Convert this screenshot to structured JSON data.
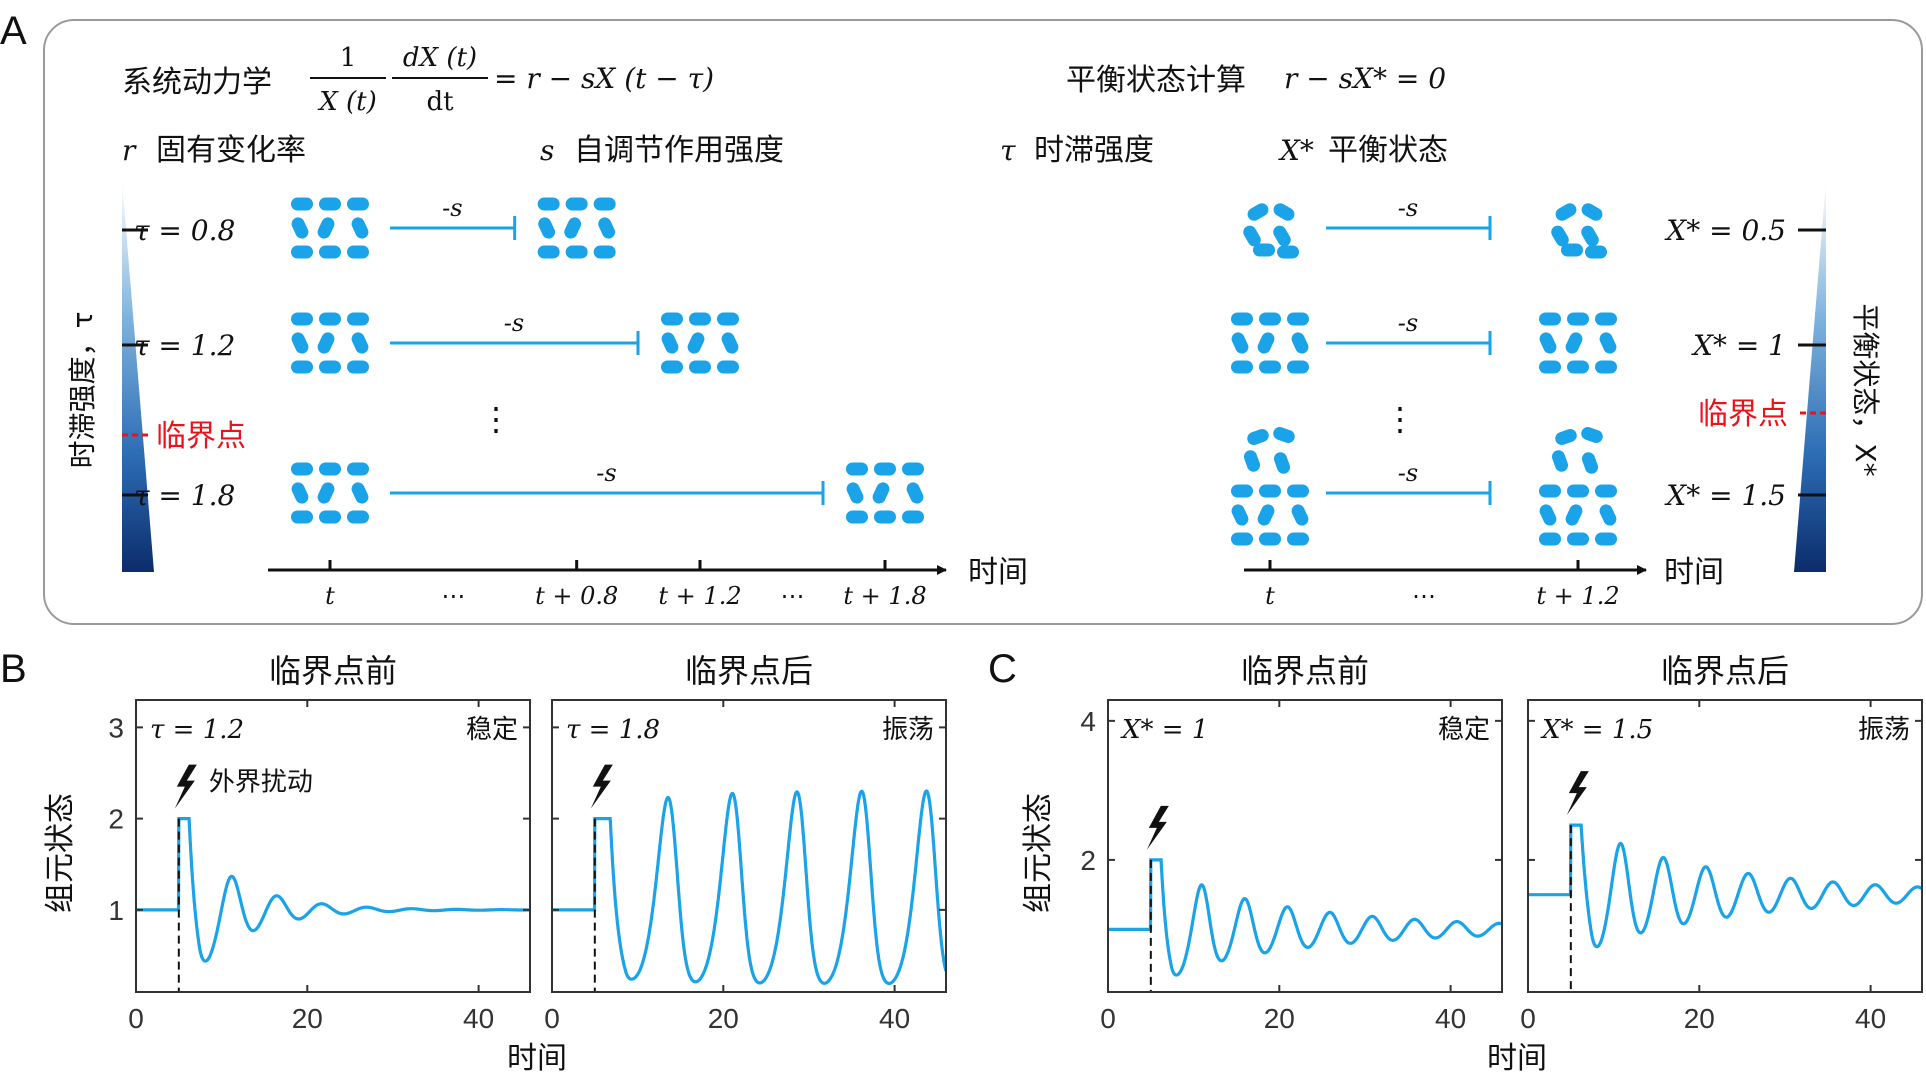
{
  "panel_a": {
    "letter": "A",
    "eq_left": {
      "label": "系统动力学",
      "numerator_1": "1",
      "denominator_1": "X (t)",
      "numerator_2": "dX (t)",
      "denominator_2": "dt",
      "rhs": "= r − sX (t − τ)"
    },
    "eq_right": {
      "label": "平衡状态计算",
      "expr": "r − sX* = 0"
    },
    "params": [
      {
        "symbol": "r",
        "label": "固有变化率"
      },
      {
        "symbol": "s",
        "label": "自调节作用强度"
      },
      {
        "symbol": "τ",
        "label": "时滞强度"
      },
      {
        "symbol": "X*",
        "label": "平衡状态"
      }
    ],
    "left_bar_title": "时滞强度，τ",
    "right_bar_title": "平衡状态，X*",
    "critical_label": "临界点",
    "critical_color": "#e8141c",
    "left_levels": [
      {
        "label": "τ = 0.8",
        "row": 0,
        "delay": 0.8
      },
      {
        "label": "τ = 1.2",
        "row": 1,
        "delay": 1.2
      },
      {
        "label": "τ = 1.8",
        "row": 2,
        "delay": 1.8
      }
    ],
    "right_levels": [
      {
        "label": "X* = 0.5",
        "row": 0,
        "cells": 4
      },
      {
        "label": "X* = 1",
        "row": 1,
        "cells": 8
      },
      {
        "label": "X* = 1.5",
        "row": 2,
        "cells": 12
      }
    ],
    "arrow_label": "-s",
    "vdots": "⋮",
    "time_label": "时间",
    "left_time_ticks": [
      {
        "label": "t",
        "t": 0
      },
      {
        "label": "⋯",
        "t": 0.4,
        "dots": true
      },
      {
        "label": "t + 0.8",
        "t": 0.8
      },
      {
        "label": "t + 1.2",
        "t": 1.2
      },
      {
        "label": "⋯",
        "t": 1.5,
        "dots": true
      },
      {
        "label": "t + 1.8",
        "t": 1.8
      }
    ],
    "right_time_ticks": [
      {
        "label": "t",
        "t": 0
      },
      {
        "label": "⋯",
        "t": 0.6,
        "dots": true
      },
      {
        "label": "t + 1.2",
        "t": 1.2
      }
    ],
    "cell_color": "#1aa3e8",
    "bar_gradient": [
      "#ffffff",
      "#7fb3de",
      "#2d6db5",
      "#0c2c6b"
    ]
  },
  "panel_b": {
    "letter": "B",
    "ylabel": "组元状态",
    "xlabel": "时间",
    "disturbance_label": "外界扰动",
    "plots": [
      {
        "title": "临界点前",
        "param": "τ = 1.2",
        "state": "稳定"
      },
      {
        "title": "临界点后",
        "param": "τ = 1.8",
        "state": "振荡"
      }
    ]
  },
  "panel_c": {
    "letter": "C",
    "ylabel": "组元状态",
    "xlabel": "时间",
    "plots": [
      {
        "title": "临界点前",
        "param": "X* = 1",
        "state": "稳定"
      },
      {
        "title": "临界点后",
        "param": "X* = 1.5",
        "state": "振荡"
      }
    ]
  },
  "chart_data": [
    {
      "type": "line",
      "panel": "B",
      "title": "临界点前",
      "xlabel": "时间",
      "ylabel": "组元状态",
      "xlim": [
        0,
        46
      ],
      "ylim": [
        0.1,
        3.3
      ],
      "xticks": [
        0,
        20,
        40
      ],
      "yticks": [
        1,
        2,
        3
      ],
      "series": [
        {
          "color": "#1aa3e8",
          "params": {
            "r": 1,
            "s": 1,
            "tau": 1.2,
            "baseline": 1,
            "kick_time": 5,
            "kick_value": 2
          }
        }
      ]
    },
    {
      "type": "line",
      "panel": "B",
      "title": "临界点后",
      "xlabel": "时间",
      "ylabel": "组元状态",
      "xlim": [
        0,
        46
      ],
      "ylim": [
        0.1,
        3.3
      ],
      "xticks": [
        0,
        20,
        40
      ],
      "yticks": [
        1,
        2,
        3
      ],
      "series": [
        {
          "color": "#1aa3e8",
          "params": {
            "r": 1,
            "s": 1,
            "tau": 1.8,
            "baseline": 1,
            "kick_time": 5,
            "kick_value": 2
          }
        }
      ]
    },
    {
      "type": "line",
      "panel": "C",
      "title": "临界点前",
      "xlabel": "时间",
      "ylabel": "组元状态",
      "xlim": [
        0,
        46
      ],
      "ylim": [
        0.1,
        4.3
      ],
      "xticks": [
        0,
        20,
        40
      ],
      "yticks": [
        2,
        4
      ],
      "series": [
        {
          "color": "#1aa3e8",
          "params": {
            "r": 1.2,
            "s": 1.2,
            "tau": 1.2,
            "baseline": 1,
            "kick_time": 5,
            "kick_value": 2
          }
        }
      ]
    },
    {
      "type": "line",
      "panel": "C",
      "title": "临界点后",
      "xlabel": "时间",
      "ylabel": "组元状态",
      "xlim": [
        0,
        46
      ],
      "ylim": [
        0.1,
        4.3
      ],
      "xticks": [
        0,
        20,
        40
      ],
      "yticks": [
        2,
        4
      ],
      "series": [
        {
          "color": "#1aa3e8",
          "params": {
            "r": 1.2,
            "s": 0.8,
            "tau": 1.2,
            "baseline": 1.5,
            "kick_time": 5,
            "kick_value": 2.5
          }
        }
      ]
    }
  ]
}
